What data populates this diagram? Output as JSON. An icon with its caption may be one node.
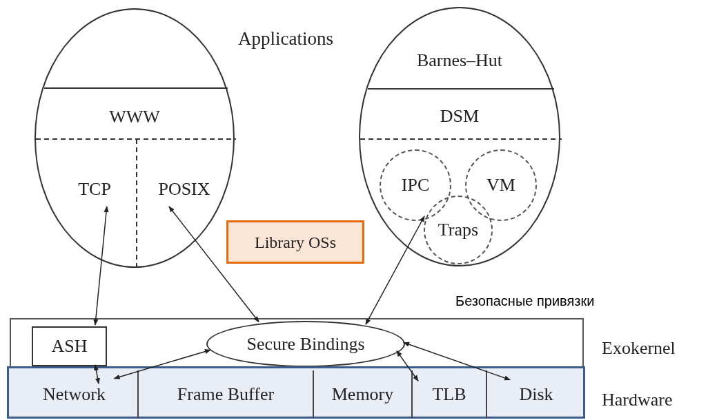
{
  "diagram": {
    "nodes": [
      {
        "text": [
          "WWW"
        ]
      },
      {
        "text": [
          "TCP"
        ],
        "in": 0
      },
      {
        "text": [
          "POSIX"
        ],
        "in": 0
      },
      {
        "text": [
          "Barnes–Hut",
          "DSM"
        ]
      },
      {
        "text": [
          "IPC"
        ],
        "in": 3
      },
      {
        "text": [
          "VM"
        ],
        "in": 3
      },
      {
        "text": [
          "Traps"
        ],
        "in": 3
      },
      {
        "text": [
          "Library OSs"
        ]
      },
      {
        "text": [],
        "shape": "box",
        "beside": [
          "Exokernel"
        ]
      },
      {
        "text": [
          "ASH"
        ],
        "in": 8
      },
      {
        "text": [
          "Secure Bindings"
        ],
        "in": 8,
        "beside": [
          "Безопасные привязки"
        ]
      },
      {
        "text": [],
        "shape": "box",
        "beside": [
          "Hardware"
        ]
      },
      {
        "text": [
          "Network"
        ],
        "in": 11
      },
      {
        "text": [
          "Frame Buffer"
        ],
        "in": 11
      },
      {
        "text": [
          "Memory"
        ],
        "in": 11
      },
      {
        "text": [
          "TLB"
        ],
        "in": 11
      },
      {
        "text": [
          "Disk"
        ],
        "in": 11
      }
    ],
    "edges": [
      {
        "from": 1,
        "to": 9,
        "arrow": "both"
      },
      {
        "from": 2,
        "to": 10,
        "arrow": "both"
      },
      {
        "from": 6,
        "to": 10,
        "arrow": "both"
      },
      {
        "from": 9,
        "to": 12,
        "arrow": "both"
      },
      {
        "from": 10,
        "to": 12,
        "arrow": "both"
      },
      {
        "from": 10,
        "to": 15,
        "arrow": "both"
      },
      {
        "from": 10,
        "to": 16,
        "arrow": "both"
      }
    ],
    "labels": [
      "Applications"
    ]
  }
}
